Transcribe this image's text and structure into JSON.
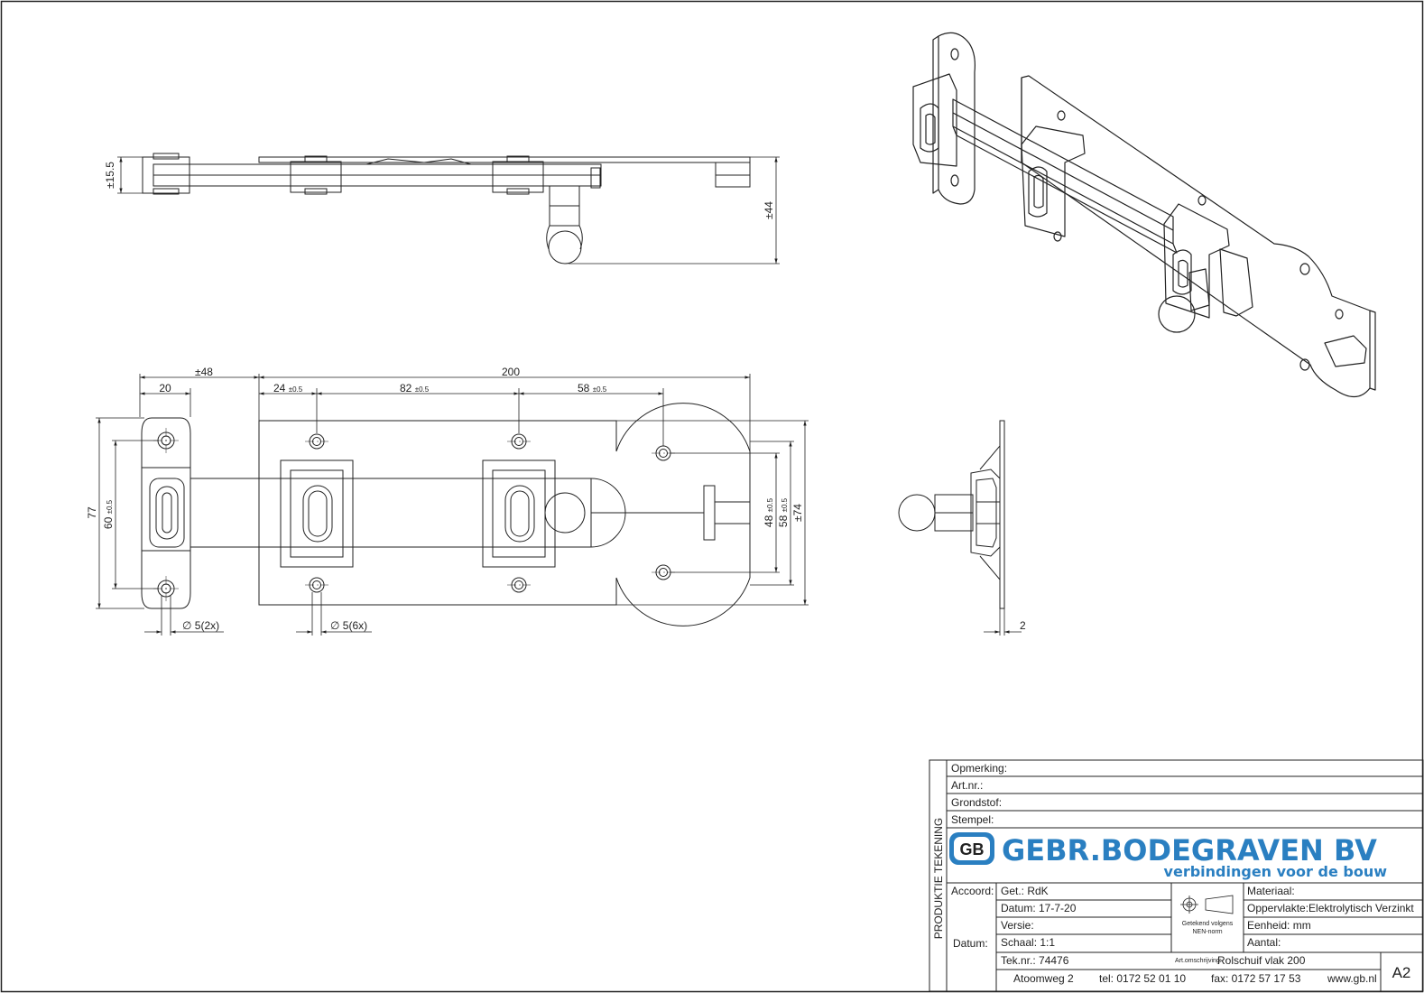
{
  "dimensions": {
    "side_height": "15.5",
    "side_height_prefix": "±",
    "knob_depth": "44",
    "knob_depth_prefix": "±",
    "overall_left": "48",
    "overall_left_prefix": "±",
    "plate_length": "200",
    "staple_width": "20",
    "hole_offset_1": "24",
    "hole_offset_2": "82",
    "hole_offset_3": "58",
    "tol": "±0.5",
    "staple_height": "77",
    "staple_hole_pitch": "60",
    "plate_hole_pitch_1": "48",
    "plate_hole_pitch_2": "58",
    "plate_height": "74",
    "plate_height_prefix": "±",
    "hole_dia_staple": "5(2x)",
    "hole_dia_plate": "5(6x)",
    "dia_symbol": "∅",
    "thickness": "2"
  },
  "title_block": {
    "side_label": "PRODUKTIE TEKENING",
    "opmerking": "Opmerking:",
    "artnr": "Art.nr.:",
    "grondstof": "Grondstof:",
    "stempel": "Stempel:",
    "company": "GEBR.BODEGRAVEN BV",
    "tagline": "verbindingen voor de bouw",
    "logo_letters": "GB",
    "accoord": "Accoord:",
    "datum_label": "Datum:",
    "get": "Get.: RdK",
    "datum": "Datum: 17-7-20",
    "versie": "Versie:",
    "schaal": "Schaal: 1:1",
    "teknr": "Tek.nr.: 74476",
    "norm_line1": "Getekend volgens",
    "norm_line2": "NEN-norm",
    "materiaal": "Materiaal:",
    "oppervlakte": "Oppervlakte:Elektrolytisch Verzinkt",
    "eenheid": "Eenheid: mm",
    "aantal": "Aantal:",
    "art_omschrijving_label": "Art.omschrijving:",
    "art_omschrijving": "Rolschuif vlak 200",
    "adres": "Atoomweg 2",
    "tel": "tel: 0172 52 01 10",
    "fax": "fax: 0172 57 17 53",
    "web": "www.gb.nl",
    "format": "A2"
  },
  "colors": {
    "line": "#222222",
    "brand": "#2a7fc1"
  }
}
